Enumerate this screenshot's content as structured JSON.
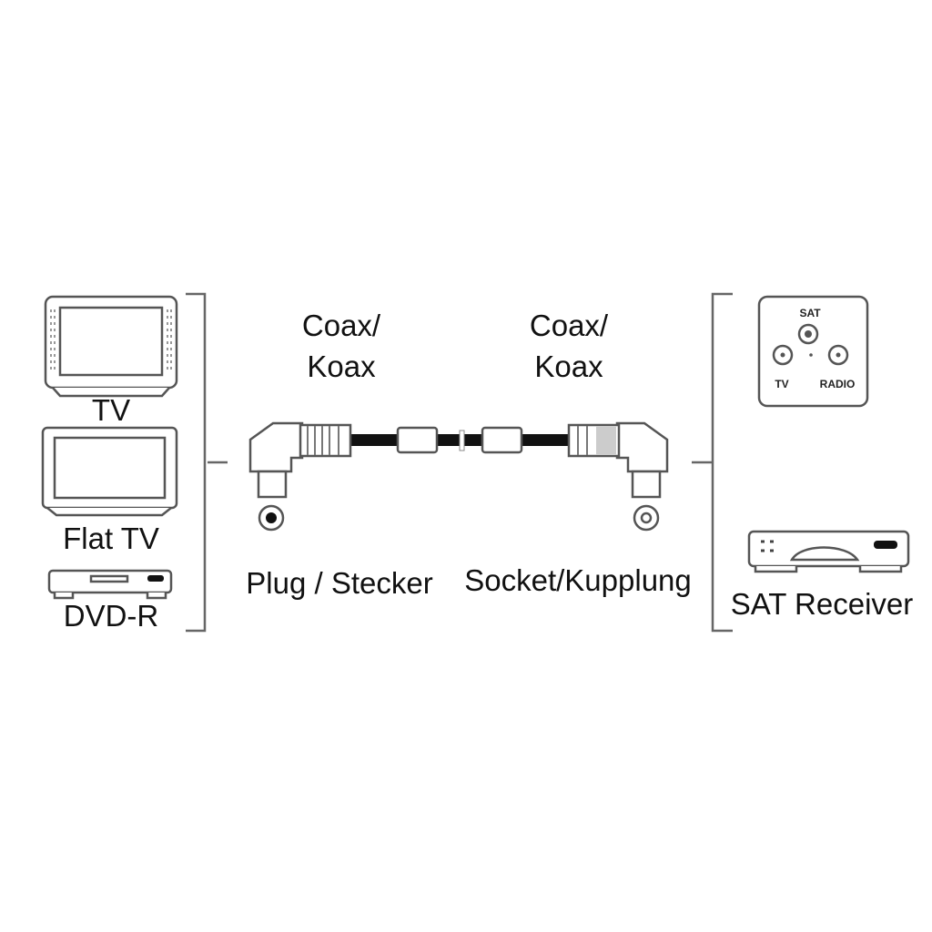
{
  "left_devices": {
    "tv": "TV",
    "flat_tv": "Flat TV",
    "dvd": "DVD-R"
  },
  "cable": {
    "left_type": "Coax/",
    "left_type_de": "Koax",
    "right_type": "Coax/",
    "right_type_de": "Koax",
    "left_end": "Plug / Stecker",
    "right_end": "Socket/Kupplung"
  },
  "right_devices": {
    "wall_socket": {
      "sat": "SAT",
      "tv": "TV",
      "radio": "RADIO"
    },
    "receiver": "SAT Receiver"
  },
  "colors": {
    "line": "#555555",
    "cable": "#111111",
    "text": "#111111"
  }
}
